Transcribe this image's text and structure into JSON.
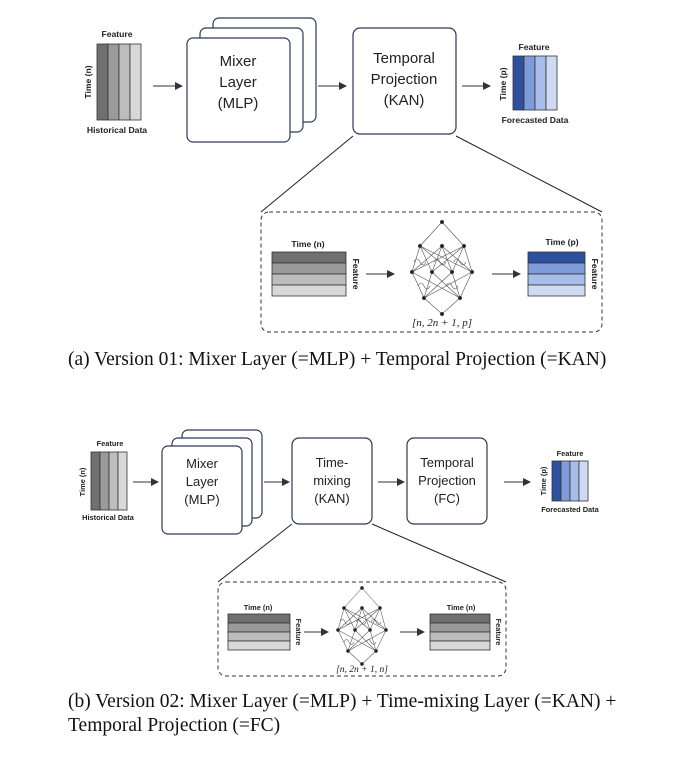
{
  "colors": {
    "gray_dark": "#707070",
    "gray_mid": "#9a9a9a",
    "gray_light": "#bdbdbd",
    "gray_pale": "#d8d8d8",
    "blue_dark": "#2f4f9f",
    "blue_mid": "#7f9bd8",
    "blue_light": "#a9bdea",
    "blue_pale": "#cfdaf4",
    "box_stroke": "#2b3a55"
  },
  "version_a": {
    "input": {
      "top_label": "Feature",
      "side_label": "Time (n)",
      "bottom_label": "Historical Data"
    },
    "mixer": {
      "line1": "Mixer",
      "line2": "Layer",
      "line3": "(MLP)"
    },
    "temporal": {
      "line1": "Temporal",
      "line2": "Projection",
      "line3": "(KAN)"
    },
    "output": {
      "top_label": "Feature",
      "side_label": "Time (p)",
      "bottom_label": "Forecasted Data"
    },
    "detail": {
      "in_top_label": "Time (n)",
      "in_side_label": "Feature",
      "network_dims": "[n, 2n + 1, p]",
      "out_top_label": "Time (p)",
      "out_side_label": "Feature"
    },
    "caption": "(a) Version 01: Mixer Layer (=MLP) + Temporal Projection (=KAN)"
  },
  "version_b": {
    "input": {
      "top_label": "Feature",
      "side_label": "Time (n)",
      "bottom_label": "Historical Data"
    },
    "mixer": {
      "line1": "Mixer",
      "line2": "Layer",
      "line3": "(MLP)"
    },
    "time_mixing": {
      "line1": "Time-",
      "line2": "mixing",
      "line3": "(KAN)"
    },
    "temporal": {
      "line1": "Temporal",
      "line2": "Projection",
      "line3": "(FC)"
    },
    "output": {
      "top_label": "Feature",
      "side_label": "Time (p)",
      "bottom_label": "Forecasted Data"
    },
    "detail": {
      "in_top_label": "Time (n)",
      "in_side_label": "Feature",
      "network_dims": "[n, 2n + 1, n]",
      "out_top_label": "Time (n)",
      "out_side_label": "Feature"
    },
    "caption": "(b) Version 02: Mixer Layer (=MLP) + Time-mixing Layer (=KAN) + Temporal Projection (=FC)"
  }
}
